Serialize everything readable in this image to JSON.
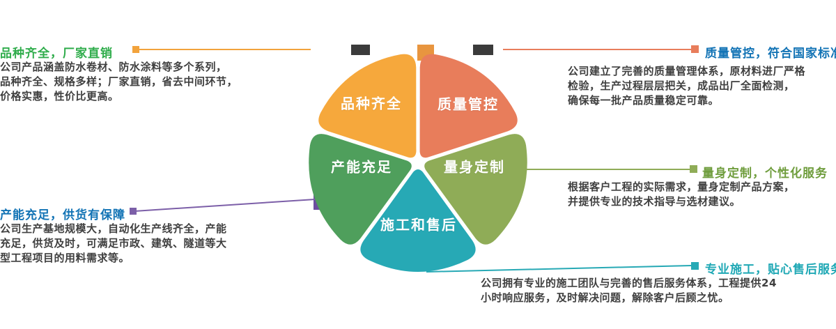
{
  "flower": {
    "petals": [
      {
        "id": "variety",
        "label": "品种齐全",
        "color": "#F6A83C"
      },
      {
        "id": "quality",
        "label": "质量管控",
        "color": "#E87D5B"
      },
      {
        "id": "custom",
        "label": "量身定制",
        "color": "#8FAC57"
      },
      {
        "id": "service",
        "label": "施工和售后",
        "color": "#27A9B5"
      },
      {
        "id": "capacity",
        "label": "产能充足",
        "color": "#4F9F5C"
      }
    ]
  },
  "callouts": [
    {
      "id": "variety",
      "title": "品种齐全，厂家直销",
      "title_color": "#2FAC4B",
      "line_color": "#F2A33C",
      "body": "公司产品涵盖防水卷材、防水涂料等多个系列，\n品种齐全、规格多样；厂家直销，省去中间环节，\n价格实惠，性价比更高。"
    },
    {
      "id": "quality",
      "title": "质量管控，符合国家标准",
      "title_color": "#1273B5",
      "line_color": "#E87D5B",
      "body": "公司建立了完善的质量管理体系，原材料进厂严格\n检验，生产过程层层把关，成品出厂全面检测，\n确保每一批产品质量稳定可靠。"
    },
    {
      "id": "custom",
      "title": "量身定制，个性化服务",
      "title_color": "#6F9D3D",
      "line_color": "#8FAC57",
      "body": "根据客户工程的实际需求，量身定制产品方案，\n并提供专业的技术指导与选材建议。"
    },
    {
      "id": "capacity",
      "title": "产能充足，供货有保障",
      "title_color": "#1273B5",
      "line_color": "#7C5FA8",
      "body": "公司生产基地规模大，自动化生产线齐全，产能\n充足，供货及时，可满足市政、建筑、隧道等大\n型工程项目的用料需求等。"
    },
    {
      "id": "service",
      "title": "专业施工，贴心售后服务",
      "title_color": "#1FA8B5",
      "line_color": "#27A9B5",
      "body": "公司拥有专业的施工团队与完善的售后服务体系，工程提供24\n小时响应服务，及时解决问题，解除客户后顾之忧。"
    }
  ],
  "decor": {
    "tabs": [
      {
        "id": "top-left-tab",
        "color": "#3B3B3B"
      },
      {
        "id": "top-mid-tab",
        "color": "#E8953F"
      },
      {
        "id": "top-right-tab",
        "color": "#3B3B3B"
      },
      {
        "id": "left-purple-tab",
        "color": "#6C4E9F"
      }
    ]
  }
}
